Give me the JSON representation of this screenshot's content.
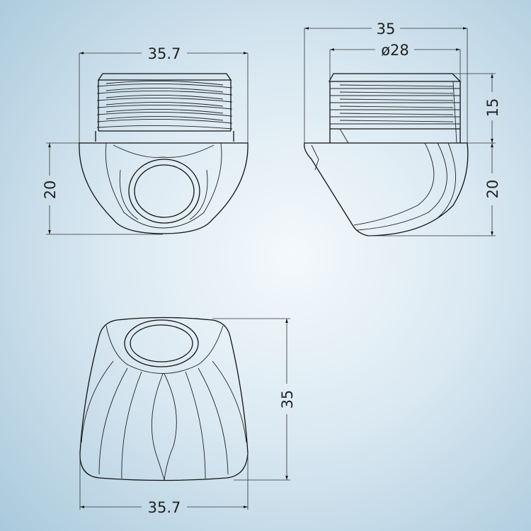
{
  "front_view": {
    "width_label": "35.7",
    "height_label": "20"
  },
  "side_view": {
    "width_label": "35",
    "diameter_label": "ø28",
    "thread_height_label": "15",
    "height_label": "20"
  },
  "bottom_view": {
    "depth_label": "35",
    "width_label": "35.7"
  }
}
